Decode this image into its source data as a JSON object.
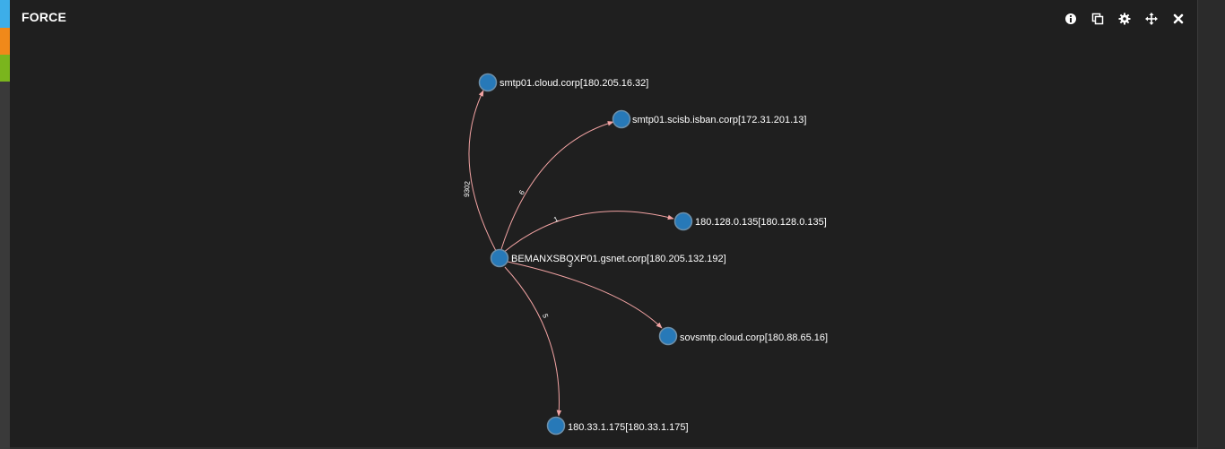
{
  "panel": {
    "title": "FORCE"
  },
  "accents": {
    "rail_colors": [
      "#3daee9",
      "#f0891a",
      "#7ab51d"
    ]
  },
  "toolbar": {
    "buttons": [
      {
        "name": "info-icon"
      },
      {
        "name": "copy-icon"
      },
      {
        "name": "gear-icon"
      },
      {
        "name": "move-icon"
      },
      {
        "name": "close-icon"
      }
    ]
  },
  "graph": {
    "node_color": "#2779b8",
    "edge_color": "#f2a3a3",
    "nodes": [
      {
        "id": "center",
        "label": "BEMANXSBOXP01.gsnet.corp[180.205.132.192]"
      },
      {
        "id": "n1",
        "label": "smtp01.cloud.corp[180.205.16.32]"
      },
      {
        "id": "n2",
        "label": "smtp01.scisb.isban.corp[172.31.201.13]"
      },
      {
        "id": "n3",
        "label": "180.128.0.135[180.128.0.135]"
      },
      {
        "id": "n4",
        "label": "sovsmtp.cloud.corp[180.88.65.16]"
      },
      {
        "id": "n5",
        "label": "180.33.1.175[180.33.1.175]"
      }
    ],
    "edges": [
      {
        "source": "center",
        "target": "n1",
        "label": "9302"
      },
      {
        "source": "center",
        "target": "n2",
        "label": "6"
      },
      {
        "source": "center",
        "target": "n3",
        "label": "1"
      },
      {
        "source": "center",
        "target": "n4",
        "label": "3"
      },
      {
        "source": "center",
        "target": "n5",
        "label": "5"
      }
    ]
  }
}
